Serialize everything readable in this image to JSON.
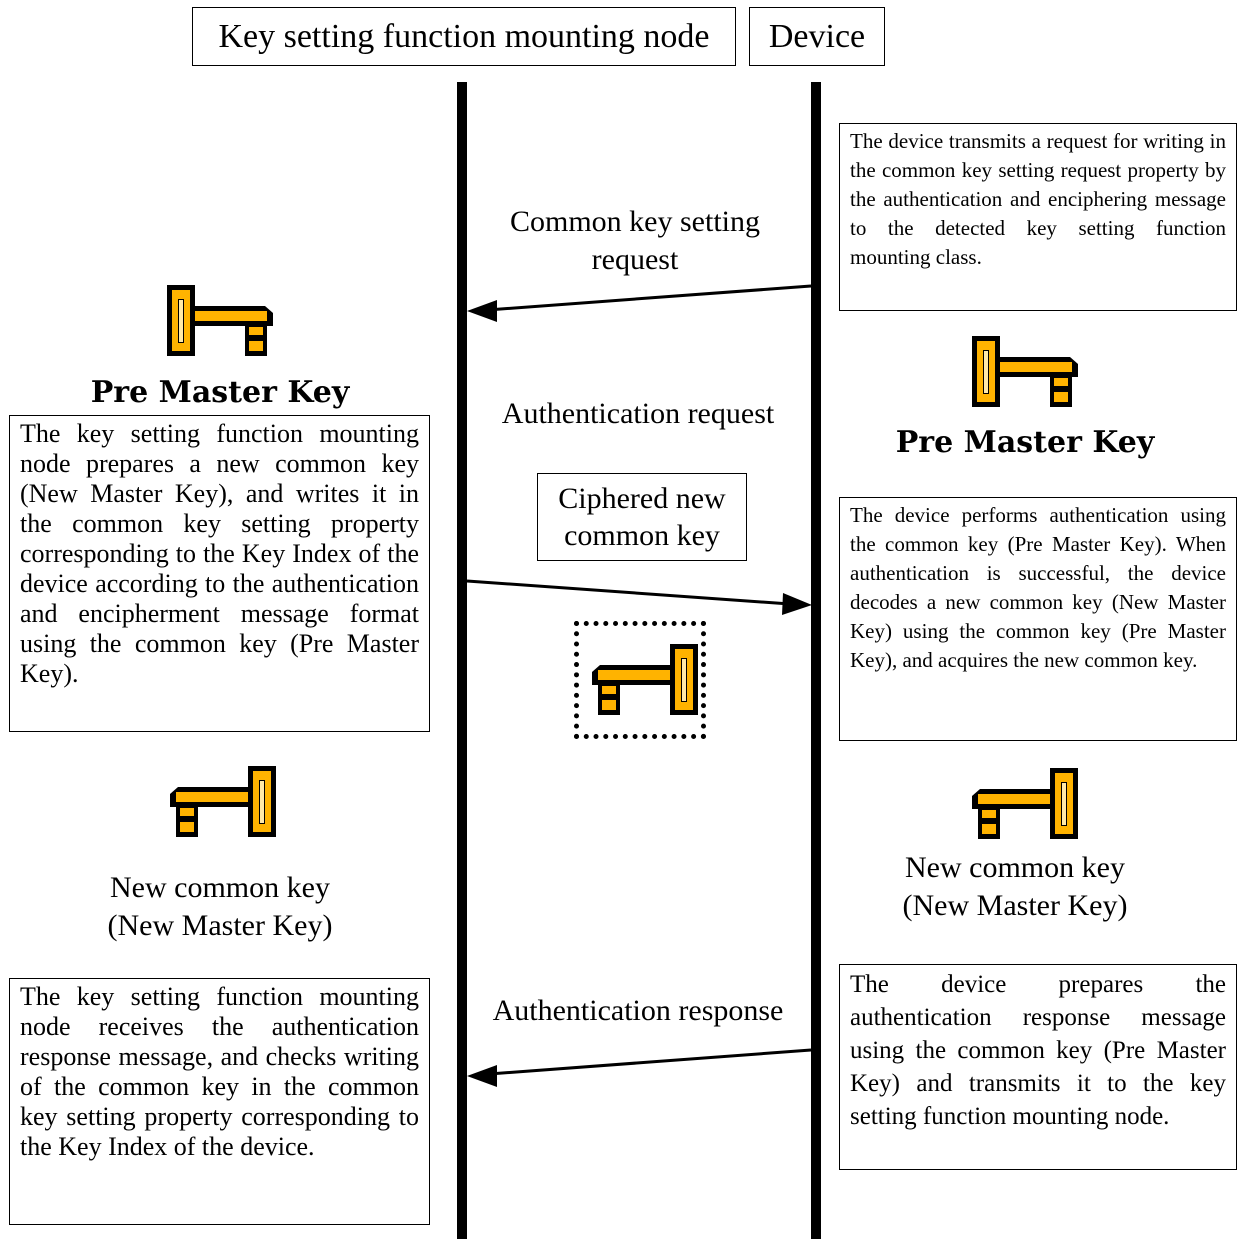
{
  "headers": {
    "node": "Key setting function mounting node",
    "device": "Device"
  },
  "messages": {
    "common_key_setting_request": "Common key setting request",
    "authentication_request": "Authentication request",
    "ciphered_new_common_key": "Ciphered new common key",
    "authentication_response": "Authentication response"
  },
  "left": {
    "pre_master_key_label": "Pre Master Key",
    "note1": "The key setting function mounting node prepares a new common key (New Master Key), and writes it in the common key setting property corresponding to the Key Index of the device according to the authentication and encipherment message format using the common key (Pre Master Key).",
    "new_key_caption_line1": "New common key",
    "new_key_caption_line2": "(New Master Key)",
    "note2": "The key setting function mounting node receives the authentication response message, and checks writing of the common key in the common key setting property corresponding to the Key Index of the device."
  },
  "right": {
    "note1": "The device transmits a request for writing in the common key setting request property by the authentication and enciphering message to the detected key setting function mounting class.",
    "pre_master_key_label": "Pre Master Key",
    "note2": "The device performs authentication using the common key (Pre Master Key).  When authentication is successful, the device decodes a new common key (New Master Key) using the common key (Pre Master Key), and acquires the new common key.",
    "new_key_caption_line1": "New common key",
    "new_key_caption_line2": "(New Master Key)",
    "note3": "The device prepares the authentication response message using the common key (Pre Master Key) and transmits it to the key setting function mounting node."
  },
  "icons": {
    "key": "key-icon",
    "key_color": "#FFB300",
    "key_outline": "#000000"
  }
}
